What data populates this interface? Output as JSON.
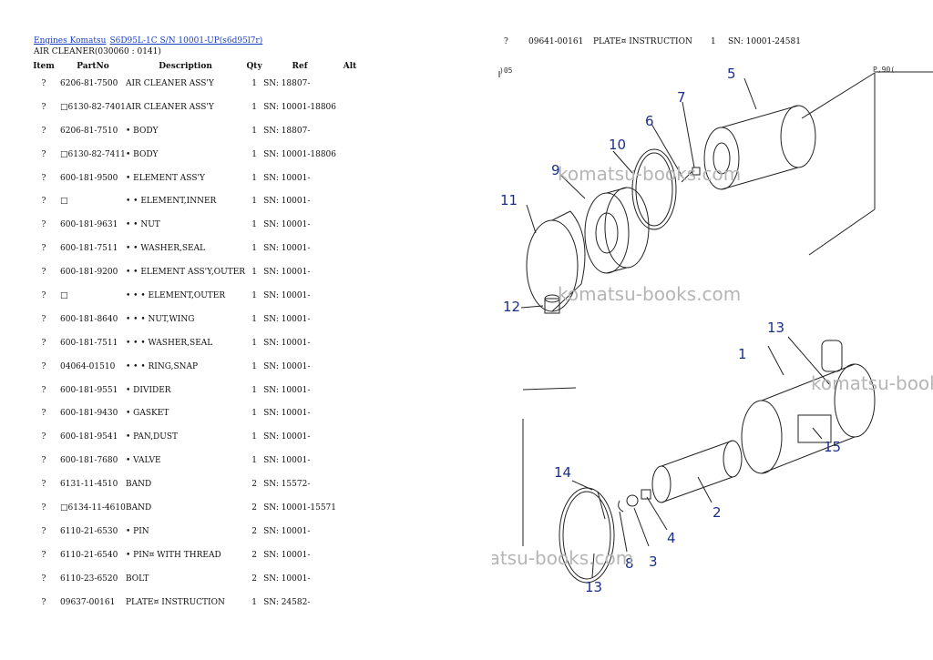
{
  "breadcrumb": {
    "link1": "Engines Komatsu",
    "link2": "S6D95L-1C S/N 10001-UP(s6d95l7r)"
  },
  "subtitle": "AIR CLEANER(030060 : 0141)",
  "table": {
    "headers": {
      "item": "Item",
      "partno": "PartNo",
      "description": "Description",
      "qty": "Qty",
      "ref": "Ref",
      "alt": "Alt"
    },
    "rows": [
      {
        "item": "?",
        "partno": "6206-81-7500",
        "desc": "AIR CLEANER ASS'Y",
        "qty": "1",
        "ref": "SN: 18807-"
      },
      {
        "item": "?",
        "partno": "□6130-82-7401",
        "desc": "AIR CLEANER ASS'Y",
        "qty": "1",
        "ref": "SN: 10001-18806"
      },
      {
        "item": "?",
        "partno": "6206-81-7510",
        "desc": "• BODY",
        "qty": "1",
        "ref": "SN: 18807-"
      },
      {
        "item": "?",
        "partno": "□6130-82-7411",
        "desc": "• BODY",
        "qty": "1",
        "ref": "SN: 10001-18806"
      },
      {
        "item": "?",
        "partno": "600-181-9500",
        "desc": "• ELEMENT ASS'Y",
        "qty": "1",
        "ref": "SN: 10001-"
      },
      {
        "item": "?",
        "partno": "□",
        "desc": "• • ELEMENT,INNER",
        "qty": "1",
        "ref": "SN: 10001-"
      },
      {
        "item": "?",
        "partno": "600-181-9631",
        "desc": "• • NUT",
        "qty": "1",
        "ref": "SN: 10001-"
      },
      {
        "item": "?",
        "partno": "600-181-7511",
        "desc": "• • WASHER,SEAL",
        "qty": "1",
        "ref": "SN: 10001-"
      },
      {
        "item": "?",
        "partno": "600-181-9200",
        "desc": "• • ELEMENT ASS'Y,OUTER",
        "qty": "1",
        "ref": "SN: 10001-"
      },
      {
        "item": "?",
        "partno": "□",
        "desc": "• • • ELEMENT,OUTER",
        "qty": "1",
        "ref": "SN: 10001-"
      },
      {
        "item": "?",
        "partno": "600-181-8640",
        "desc": "• • • NUT,WING",
        "qty": "1",
        "ref": "SN: 10001-"
      },
      {
        "item": "?",
        "partno": "600-181-7511",
        "desc": "• • • WASHER,SEAL",
        "qty": "1",
        "ref": "SN: 10001-"
      },
      {
        "item": "?",
        "partno": "04064-01510",
        "desc": "• • • RING,SNAP",
        "qty": "1",
        "ref": "SN: 10001-"
      },
      {
        "item": "?",
        "partno": "600-181-9551",
        "desc": "• DIVIDER",
        "qty": "1",
        "ref": "SN: 10001-"
      },
      {
        "item": "?",
        "partno": "600-181-9430",
        "desc": "• GASKET",
        "qty": "1",
        "ref": "SN: 10001-"
      },
      {
        "item": "?",
        "partno": "600-181-9541",
        "desc": "• PAN,DUST",
        "qty": "1",
        "ref": "SN: 10001-"
      },
      {
        "item": "?",
        "partno": "600-181-7680",
        "desc": "• VALVE",
        "qty": "1",
        "ref": "SN: 10001-"
      },
      {
        "item": "?",
        "partno": "6131-11-4510",
        "desc": "BAND",
        "qty": "2",
        "ref": "SN: 15572-"
      },
      {
        "item": "?",
        "partno": "□6134-11-4610",
        "desc": "BAND",
        "qty": "2",
        "ref": "SN: 10001-15571"
      },
      {
        "item": "?",
        "partno": "6110-21-6530",
        "desc": "• PIN",
        "qty": "2",
        "ref": "SN: 10001-"
      },
      {
        "item": "?",
        "partno": "6110-21-6540",
        "desc": "• PIN¤ WITH THREAD",
        "qty": "2",
        "ref": "SN: 10001-"
      },
      {
        "item": "?",
        "partno": "6110-23-6520",
        "desc": "BOLT",
        "qty": "2",
        "ref": "SN: 10001-"
      },
      {
        "item": "?",
        "partno": "09637-00161",
        "desc": "PLATE¤ INSTRUCTION",
        "qty": "1",
        "ref": "SN: 24582-"
      }
    ]
  },
  "right_row": {
    "item": "?",
    "partno": "09641-00161",
    "desc": "PLATE¤ INSTRUCTION",
    "qty": "1",
    "ref": "SN: 10001-24581"
  },
  "drawing": {
    "callouts": [
      "5",
      "7",
      "6",
      "10",
      "9",
      "11",
      "12",
      "13",
      "1",
      "15",
      "14",
      "2",
      "4",
      "3",
      "8",
      "13"
    ],
    "codes": {
      "left": ")05",
      "right": "P,90("
    },
    "watermark": "komatsu-books.com"
  }
}
